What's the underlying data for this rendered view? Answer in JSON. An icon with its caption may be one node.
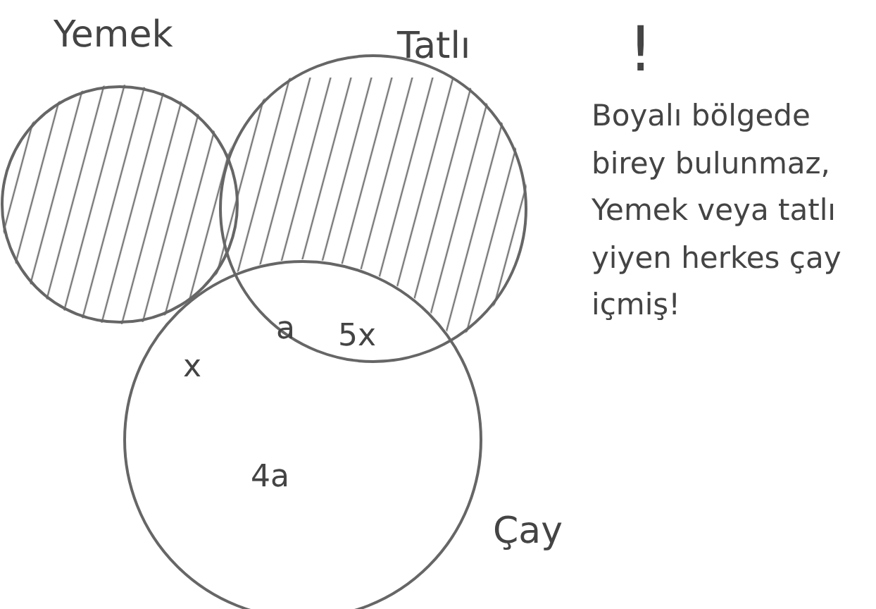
{
  "diagram": {
    "nodes": [
      {
        "text": [
          "Yemek"
        ]
      },
      {
        "text": [
          "Tatlı"
        ]
      },
      {
        "text": [
          "Çay"
        ]
      }
    ],
    "edges": [],
    "labels": [
      "x",
      "a",
      "5x",
      "4a",
      "!",
      "Boyalı bölgede birey bulunmaz, Yemek veya tatlı yiyen herkes çay içmiş!"
    ]
  }
}
